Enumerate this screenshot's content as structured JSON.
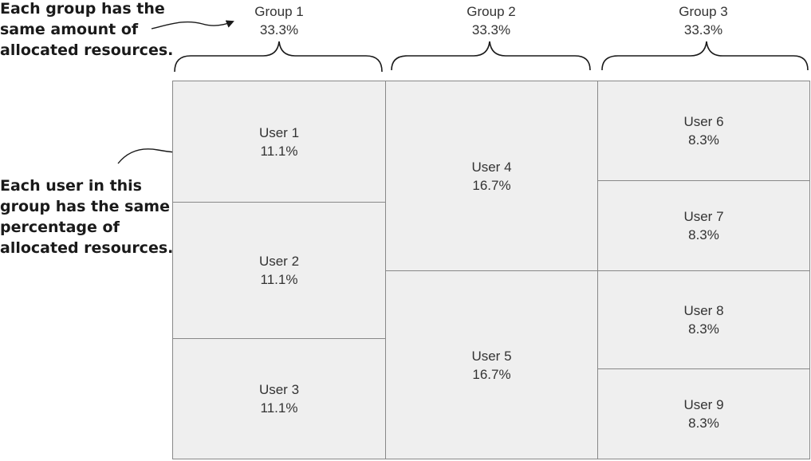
{
  "annotations": {
    "group_note": [
      "Each group has the",
      "same amount of",
      "allocated resources."
    ],
    "user_note": [
      "Each user in this",
      "group has the same",
      "percentage of",
      "allocated resources."
    ]
  },
  "groups": [
    {
      "name": "Group 1",
      "share": "33.3%"
    },
    {
      "name": "Group 2",
      "share": "33.3%"
    },
    {
      "name": "Group 3",
      "share": "33.3%"
    }
  ],
  "users": [
    {
      "name": "User 1",
      "share": "11.1%"
    },
    {
      "name": "User 2",
      "share": "11.1%"
    },
    {
      "name": "User 3",
      "share": "11.1%"
    },
    {
      "name": "User 4",
      "share": "16.7%"
    },
    {
      "name": "User 5",
      "share": "16.7%"
    },
    {
      "name": "User 6",
      "share": "8.3%"
    },
    {
      "name": "User 7",
      "share": "8.3%"
    },
    {
      "name": "User 8",
      "share": "8.3%"
    },
    {
      "name": "User 9",
      "share": "8.3%"
    }
  ],
  "colors": {
    "cell_fill": "#efefef",
    "cell_border": "#888888",
    "text": "#333333"
  }
}
